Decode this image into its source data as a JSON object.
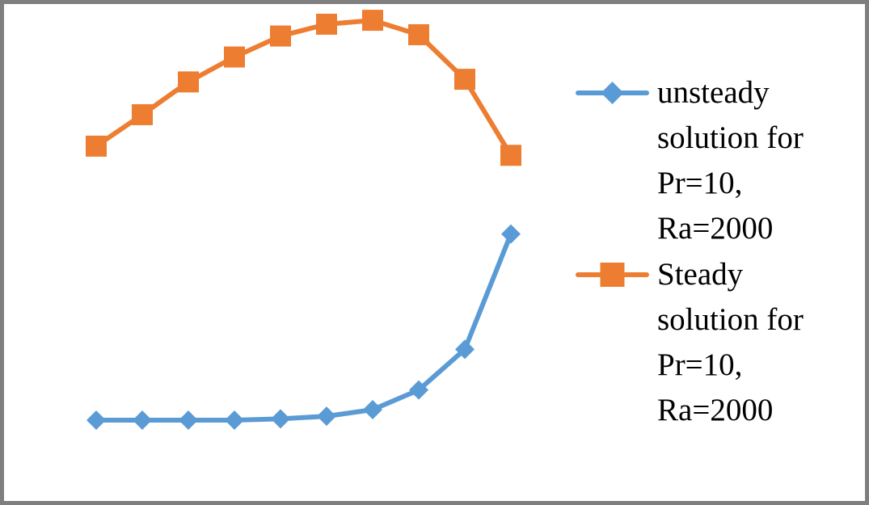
{
  "chart_data": {
    "type": "line",
    "title": "",
    "xlabel": "",
    "ylabel": "",
    "grid": false,
    "axes_visible": false,
    "legend_position": "right",
    "x": [
      1,
      2,
      3,
      4,
      5,
      6,
      7,
      8,
      9,
      10
    ],
    "series": [
      {
        "name_lines": [
          "unsteady",
          "solution for",
          "Pr=10,",
          "Ra=2000"
        ],
        "color": "#5b9bd5",
        "marker": "diamond",
        "values": [
          0.0,
          0.0,
          0.0,
          0.0,
          0.5,
          1.5,
          4.0,
          11.5,
          27.0,
          71.0
        ]
      },
      {
        "name_lines": [
          "Steady",
          "solution for",
          "Pr=10,",
          "Ra=2000"
        ],
        "color": "#ed7d31",
        "marker": "square",
        "values": [
          104.5,
          116.5,
          129.0,
          138.5,
          146.5,
          151.0,
          152.5,
          147.0,
          130.0,
          101.0
        ]
      }
    ],
    "ylim": [
      0,
      155
    ]
  }
}
